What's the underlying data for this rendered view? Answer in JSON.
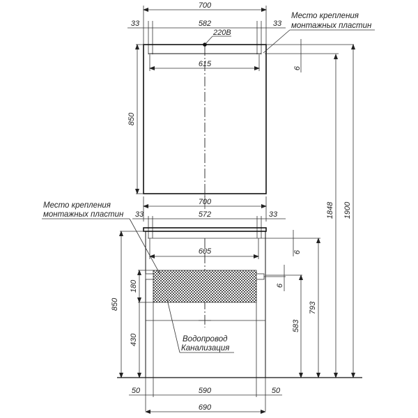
{
  "drawing": {
    "mirror": {
      "width_total": "700",
      "offset_left": "33",
      "mounting_span": "582",
      "offset_right": "33",
      "power_label": "220В",
      "inner_width": "615",
      "height": "850",
      "gap": "6",
      "mount_note_line1": "Место крепления",
      "mount_note_line2": "монтажных пластин"
    },
    "cabinet": {
      "width_total": "700",
      "offset_left": "33",
      "mounting_span": "572",
      "offset_right": "33",
      "inner_width": "605",
      "gap_top": "6",
      "gap_mid": "6",
      "height": "850",
      "zone_height": "180",
      "zone_bottom": "430",
      "mount_note_line1": "Место крепления",
      "mount_note_line2": "монтажных пластин",
      "pipes_line1": "Водопровод",
      "pipes_line2": "Канализация",
      "foot_left": "50",
      "foot_span": "590",
      "foot_right": "50",
      "base_width": "690"
    },
    "heights": {
      "h583": "583",
      "h793": "793",
      "h1848": "1848",
      "h1900": "1900"
    },
    "colors": {
      "line": "#111111",
      "background": "#ffffff",
      "hatch": "#555555"
    }
  }
}
